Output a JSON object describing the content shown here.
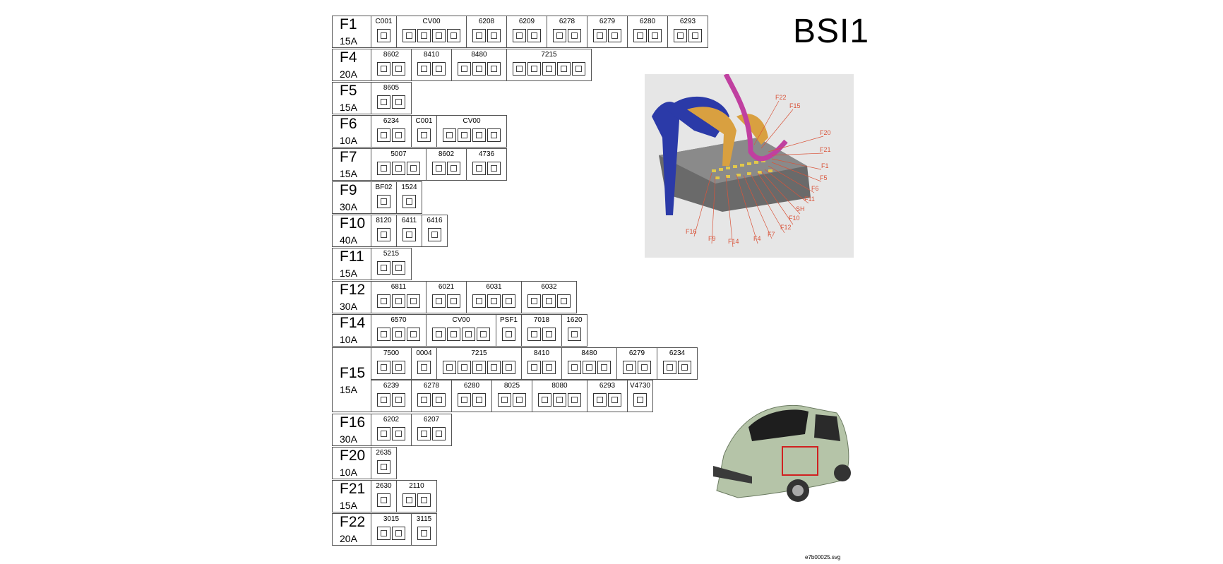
{
  "title": "BSI1",
  "filename": "e7b00025.svg",
  "fuses": [
    {
      "id": "F1",
      "amp": "15A",
      "lines": [
        [
          {
            "code": "C001",
            "n": 1
          },
          {
            "code": "CV00",
            "n": 4
          },
          {
            "code": "6208",
            "n": 2
          },
          {
            "code": "6209",
            "n": 2
          },
          {
            "code": "6278",
            "n": 2
          },
          {
            "code": "6279",
            "n": 2
          },
          {
            "code": "6280",
            "n": 2
          },
          {
            "code": "6293",
            "n": 2
          }
        ]
      ]
    },
    {
      "id": "F4",
      "amp": "20A",
      "lines": [
        [
          {
            "code": "8602",
            "n": 2
          },
          {
            "code": "8410",
            "n": 2
          },
          {
            "code": "8480",
            "n": 3
          },
          {
            "code": "7215",
            "n": 5
          }
        ]
      ]
    },
    {
      "id": "F5",
      "amp": "15A",
      "lines": [
        [
          {
            "code": "8605",
            "n": 2
          }
        ]
      ]
    },
    {
      "id": "F6",
      "amp": "10A",
      "lines": [
        [
          {
            "code": "6234",
            "n": 2
          },
          {
            "code": "C001",
            "n": 1
          },
          {
            "code": "CV00",
            "n": 4
          }
        ]
      ]
    },
    {
      "id": "F7",
      "amp": "15A",
      "lines": [
        [
          {
            "code": "5007",
            "n": 3
          },
          {
            "code": "8602",
            "n": 2
          },
          {
            "code": "4736",
            "n": 2
          }
        ]
      ]
    },
    {
      "id": "F9",
      "amp": "30A",
      "lines": [
        [
          {
            "code": "BF02",
            "n": 1
          },
          {
            "code": "1524",
            "n": 1
          }
        ]
      ]
    },
    {
      "id": "F10",
      "amp": "40A",
      "lines": [
        [
          {
            "code": "8120",
            "n": 1
          },
          {
            "code": "6411",
            "n": 1
          },
          {
            "code": "6416",
            "n": 1
          }
        ]
      ]
    },
    {
      "id": "F11",
      "amp": "15A",
      "lines": [
        [
          {
            "code": "5215",
            "n": 2
          }
        ]
      ]
    },
    {
      "id": "F12",
      "amp": "30A",
      "lines": [
        [
          {
            "code": "6811",
            "n": 3
          },
          {
            "code": "6021",
            "n": 2
          },
          {
            "code": "6031",
            "n": 3
          },
          {
            "code": "6032",
            "n": 3
          }
        ]
      ]
    },
    {
      "id": "F14",
      "amp": "10A",
      "lines": [
        [
          {
            "code": "6570",
            "n": 3
          },
          {
            "code": "CV00",
            "n": 4
          },
          {
            "code": "PSF1",
            "n": 1
          },
          {
            "code": "7018",
            "n": 2
          },
          {
            "code": "1620",
            "n": 1
          }
        ]
      ]
    },
    {
      "id": "F15",
      "amp": "15A",
      "lines": [
        [
          {
            "code": "7500",
            "n": 2
          },
          {
            "code": "0004",
            "n": 1
          },
          {
            "code": "7215",
            "n": 5
          },
          {
            "code": "8410",
            "n": 2
          },
          {
            "code": "8480",
            "n": 3
          },
          {
            "code": "6279",
            "n": 2
          },
          {
            "code": "6234",
            "n": 2
          }
        ],
        [
          {
            "code": "6239",
            "n": 2
          },
          {
            "code": "6278",
            "n": 2
          },
          {
            "code": "6280",
            "n": 2
          },
          {
            "code": "8025",
            "n": 2
          },
          {
            "code": "8080",
            "n": 3
          },
          {
            "code": "6293",
            "n": 2
          },
          {
            "code": "V4730",
            "n": 1
          }
        ]
      ]
    },
    {
      "id": "F16",
      "amp": "30A",
      "lines": [
        [
          {
            "code": "6202",
            "n": 2
          },
          {
            "code": "6207",
            "n": 2
          }
        ]
      ]
    },
    {
      "id": "F20",
      "amp": "10A",
      "lines": [
        [
          {
            "code": "2635",
            "n": 1
          }
        ]
      ]
    },
    {
      "id": "F21",
      "amp": "15A",
      "lines": [
        [
          {
            "code": "2630",
            "n": 1
          },
          {
            "code": "2110",
            "n": 2
          }
        ]
      ]
    },
    {
      "id": "F22",
      "amp": "20A",
      "lines": [
        [
          {
            "code": "3015",
            "n": 2
          },
          {
            "code": "3115",
            "n": 1
          }
        ]
      ]
    }
  ],
  "callouts": [
    {
      "label": "F22"
    },
    {
      "label": "F15"
    },
    {
      "label": "F20"
    },
    {
      "label": "F21"
    },
    {
      "label": "F1"
    },
    {
      "label": "F5"
    },
    {
      "label": "F6"
    },
    {
      "label": "F11"
    },
    {
      "label": "SH"
    },
    {
      "label": "F10"
    },
    {
      "label": "F12"
    },
    {
      "label": "F7"
    },
    {
      "label": "F4"
    },
    {
      "label": "F14"
    },
    {
      "label": "F9"
    },
    {
      "label": "F16"
    }
  ],
  "colors": {
    "callout": "#d9543a",
    "highlight": "#d02020",
    "blue_harness": "#2b3aa8",
    "orange_harness": "#d9a040",
    "magenta_harness": "#c040a0",
    "car_body": "#b5c4a8"
  }
}
